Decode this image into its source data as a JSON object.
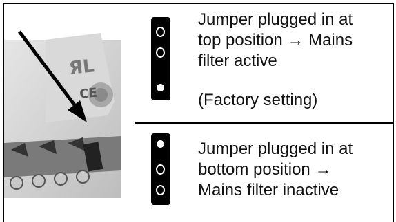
{
  "top_option": {
    "description": "Jumper plugged in at\ntop position → Mains\nfilter active",
    "note": "(Factory setting)"
  },
  "bottom_option": {
    "description": "Jumper plugged in at\nbottom position →\nMains filter inactive"
  }
}
